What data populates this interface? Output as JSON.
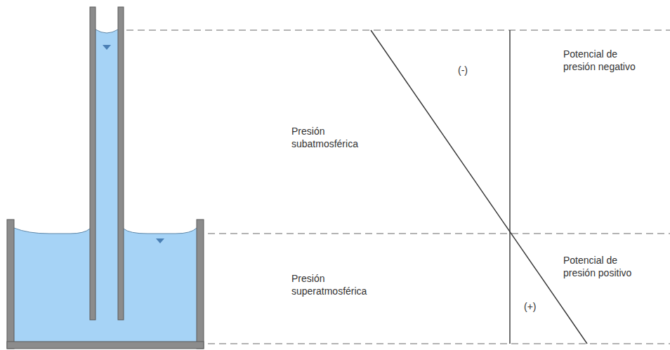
{
  "diagram": {
    "labels": [
      "(-)",
      "Potencial de presión negativo",
      "Presión subatmosférica",
      "Potencial de presión positivo",
      "Presión superatmosférica",
      "(+)"
    ]
  }
}
